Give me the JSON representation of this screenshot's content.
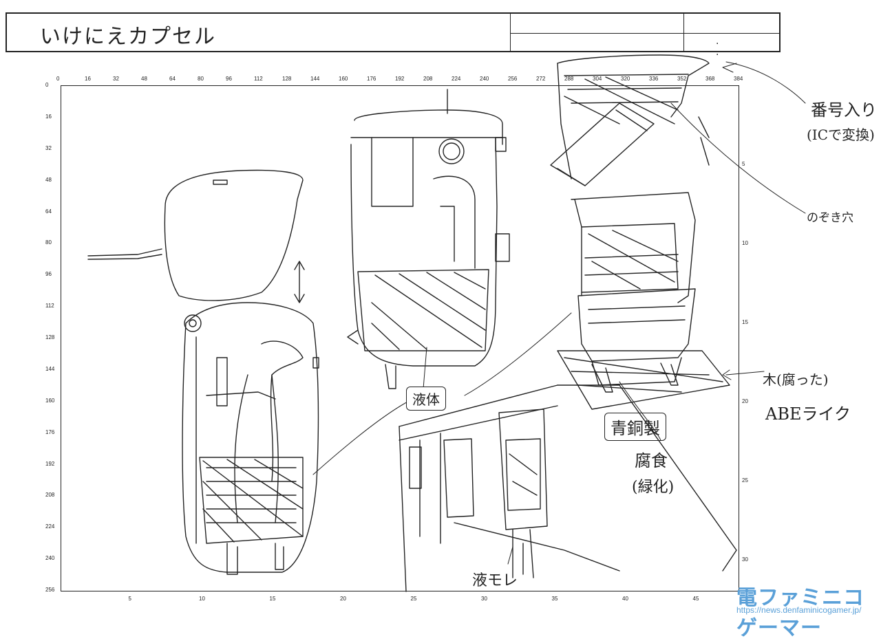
{
  "title": "いけにえカプセル",
  "annotations": {
    "number_lock": "番号入り",
    "number_lock_sub": "(ICで変換)",
    "peephole": "のぞき穴",
    "wood": "木(腐った)",
    "abe_like": "ABEライク",
    "bronze": "青銅製",
    "corrosion": "腐食",
    "greenish": "(緑化)",
    "liquid": "液体",
    "leak": "液モレ"
  },
  "ruler": {
    "top_ticks": [
      "0",
      "16",
      "32",
      "48",
      "64",
      "80",
      "96",
      "112",
      "128",
      "144",
      "160",
      "176",
      "192",
      "208",
      "224",
      "240",
      "256",
      "272",
      "288",
      "304",
      "320",
      "336",
      "352",
      "368",
      "384"
    ],
    "left_ticks": [
      "0",
      "16",
      "32",
      "48",
      "64",
      "80",
      "96",
      "112",
      "128",
      "144",
      "160",
      "176",
      "192",
      "208",
      "224",
      "240",
      "256"
    ],
    "bottom_ticks": [
      "5",
      "10",
      "15",
      "20",
      "25",
      "30",
      "35",
      "40",
      "45"
    ],
    "right_ticks": [
      "5",
      "10",
      "15",
      "20",
      "25",
      "30"
    ]
  },
  "watermark": {
    "logo": "電ファミニコゲーマー",
    "url": "https://news.denfaminicogamer.jp/"
  },
  "colors": {
    "ink": "#1a1a1a",
    "paper": "#ffffff",
    "logo": "#5aa0d8"
  }
}
